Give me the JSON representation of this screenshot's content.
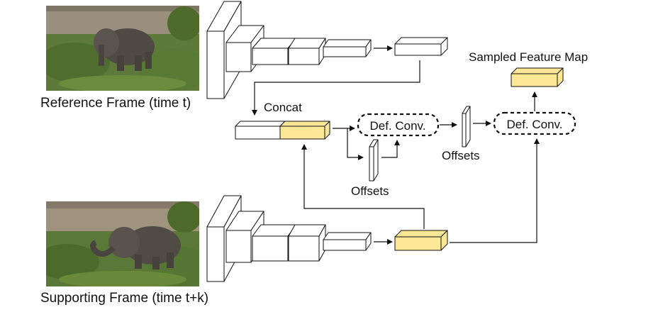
{
  "labels": {
    "reference_caption": "Reference Frame (time t)",
    "supporting_caption": "Supporting Frame (time t+k)",
    "concat": "Concat",
    "def_conv_1": "Def. Conv.",
    "def_conv_2": "Def. Conv.",
    "offsets_1": "Offsets",
    "offsets_2": "Offsets",
    "sampled_feature_map": "Sampled Feature Map"
  },
  "colors": {
    "highlight_fill": "#fbe796",
    "plain_fill": "#ffffff",
    "stroke": "#111111"
  },
  "icons": {
    "reference_image": "elephant-photo",
    "supporting_image": "elephant-photo"
  }
}
